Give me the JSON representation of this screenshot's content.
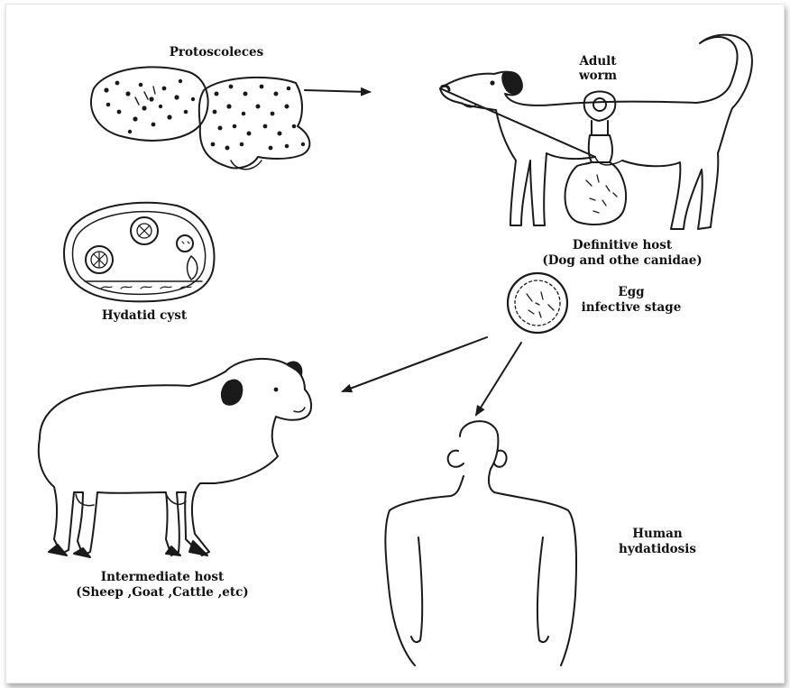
{
  "colors": {
    "ink": "#1a1a1a",
    "background": "#ffffff",
    "frame_shadow": "#999999"
  },
  "labels": {
    "protoscoleces": "Protoscoleces",
    "adult_worm_line1": "Adult",
    "adult_worm_line2": "worm",
    "definitive_host_line1": "Definitive host",
    "definitive_host_line2": "(Dog and othe canidae)",
    "hydatid_cyst": "Hydatid cyst",
    "egg_line1": "Egg",
    "egg_line2": "infective stage",
    "intermediate_host_line1": "Intermediate host",
    "intermediate_host_line2": "(Sheep ,Goat ,Cattle ,etc)",
    "human_line1": "Human",
    "human_line2": "hydatidosis"
  },
  "illustrations": [
    "protoscoleces-drawing",
    "dog-drawing",
    "adult-worm-drawing",
    "hydatid-cyst-drawing",
    "egg-drawing",
    "sheep-drawing",
    "human-drawing"
  ]
}
